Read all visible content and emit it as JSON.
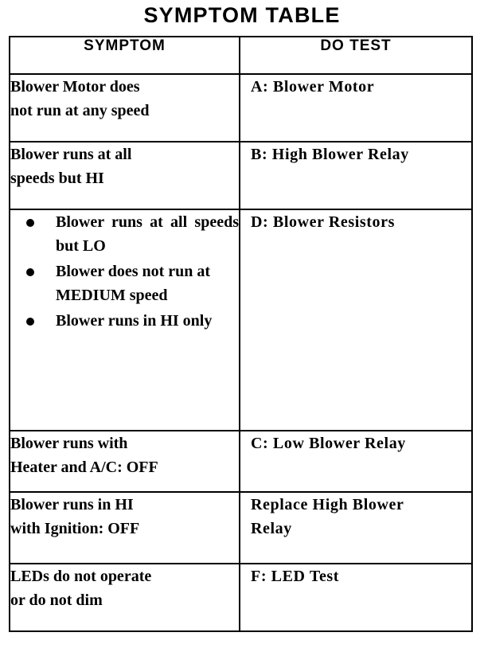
{
  "title": "SYMPTOM TABLE",
  "table": {
    "headers": {
      "symptom": "SYMPTOM",
      "do_test": "DO TEST"
    },
    "rows": [
      {
        "symptom": "Blower Motor does\nnot run at any speed",
        "do_test": "A: Blower Motor"
      },
      {
        "symptom": "Blower runs at all\nspeeds but HI",
        "do_test": "B: High Blower Relay"
      },
      {
        "symptom_bullets": [
          "Blower runs at all speeds but LO",
          "Blower does not run at MEDIUM speed",
          "Blower runs in HI only"
        ],
        "do_test": "D: Blower Resistors"
      },
      {
        "symptom": "Blower runs with\nHeater and A/C: OFF",
        "do_test": "C: Low Blower Relay"
      },
      {
        "symptom": "Blower runs in HI\nwith Ignition: OFF",
        "do_test": "Replace High Blower\nRelay"
      },
      {
        "symptom": "LEDs do not operate\nor do not dim",
        "do_test": "F: LED Test"
      }
    ]
  },
  "colors": {
    "ink": "#000000",
    "paper": "#ffffff"
  }
}
